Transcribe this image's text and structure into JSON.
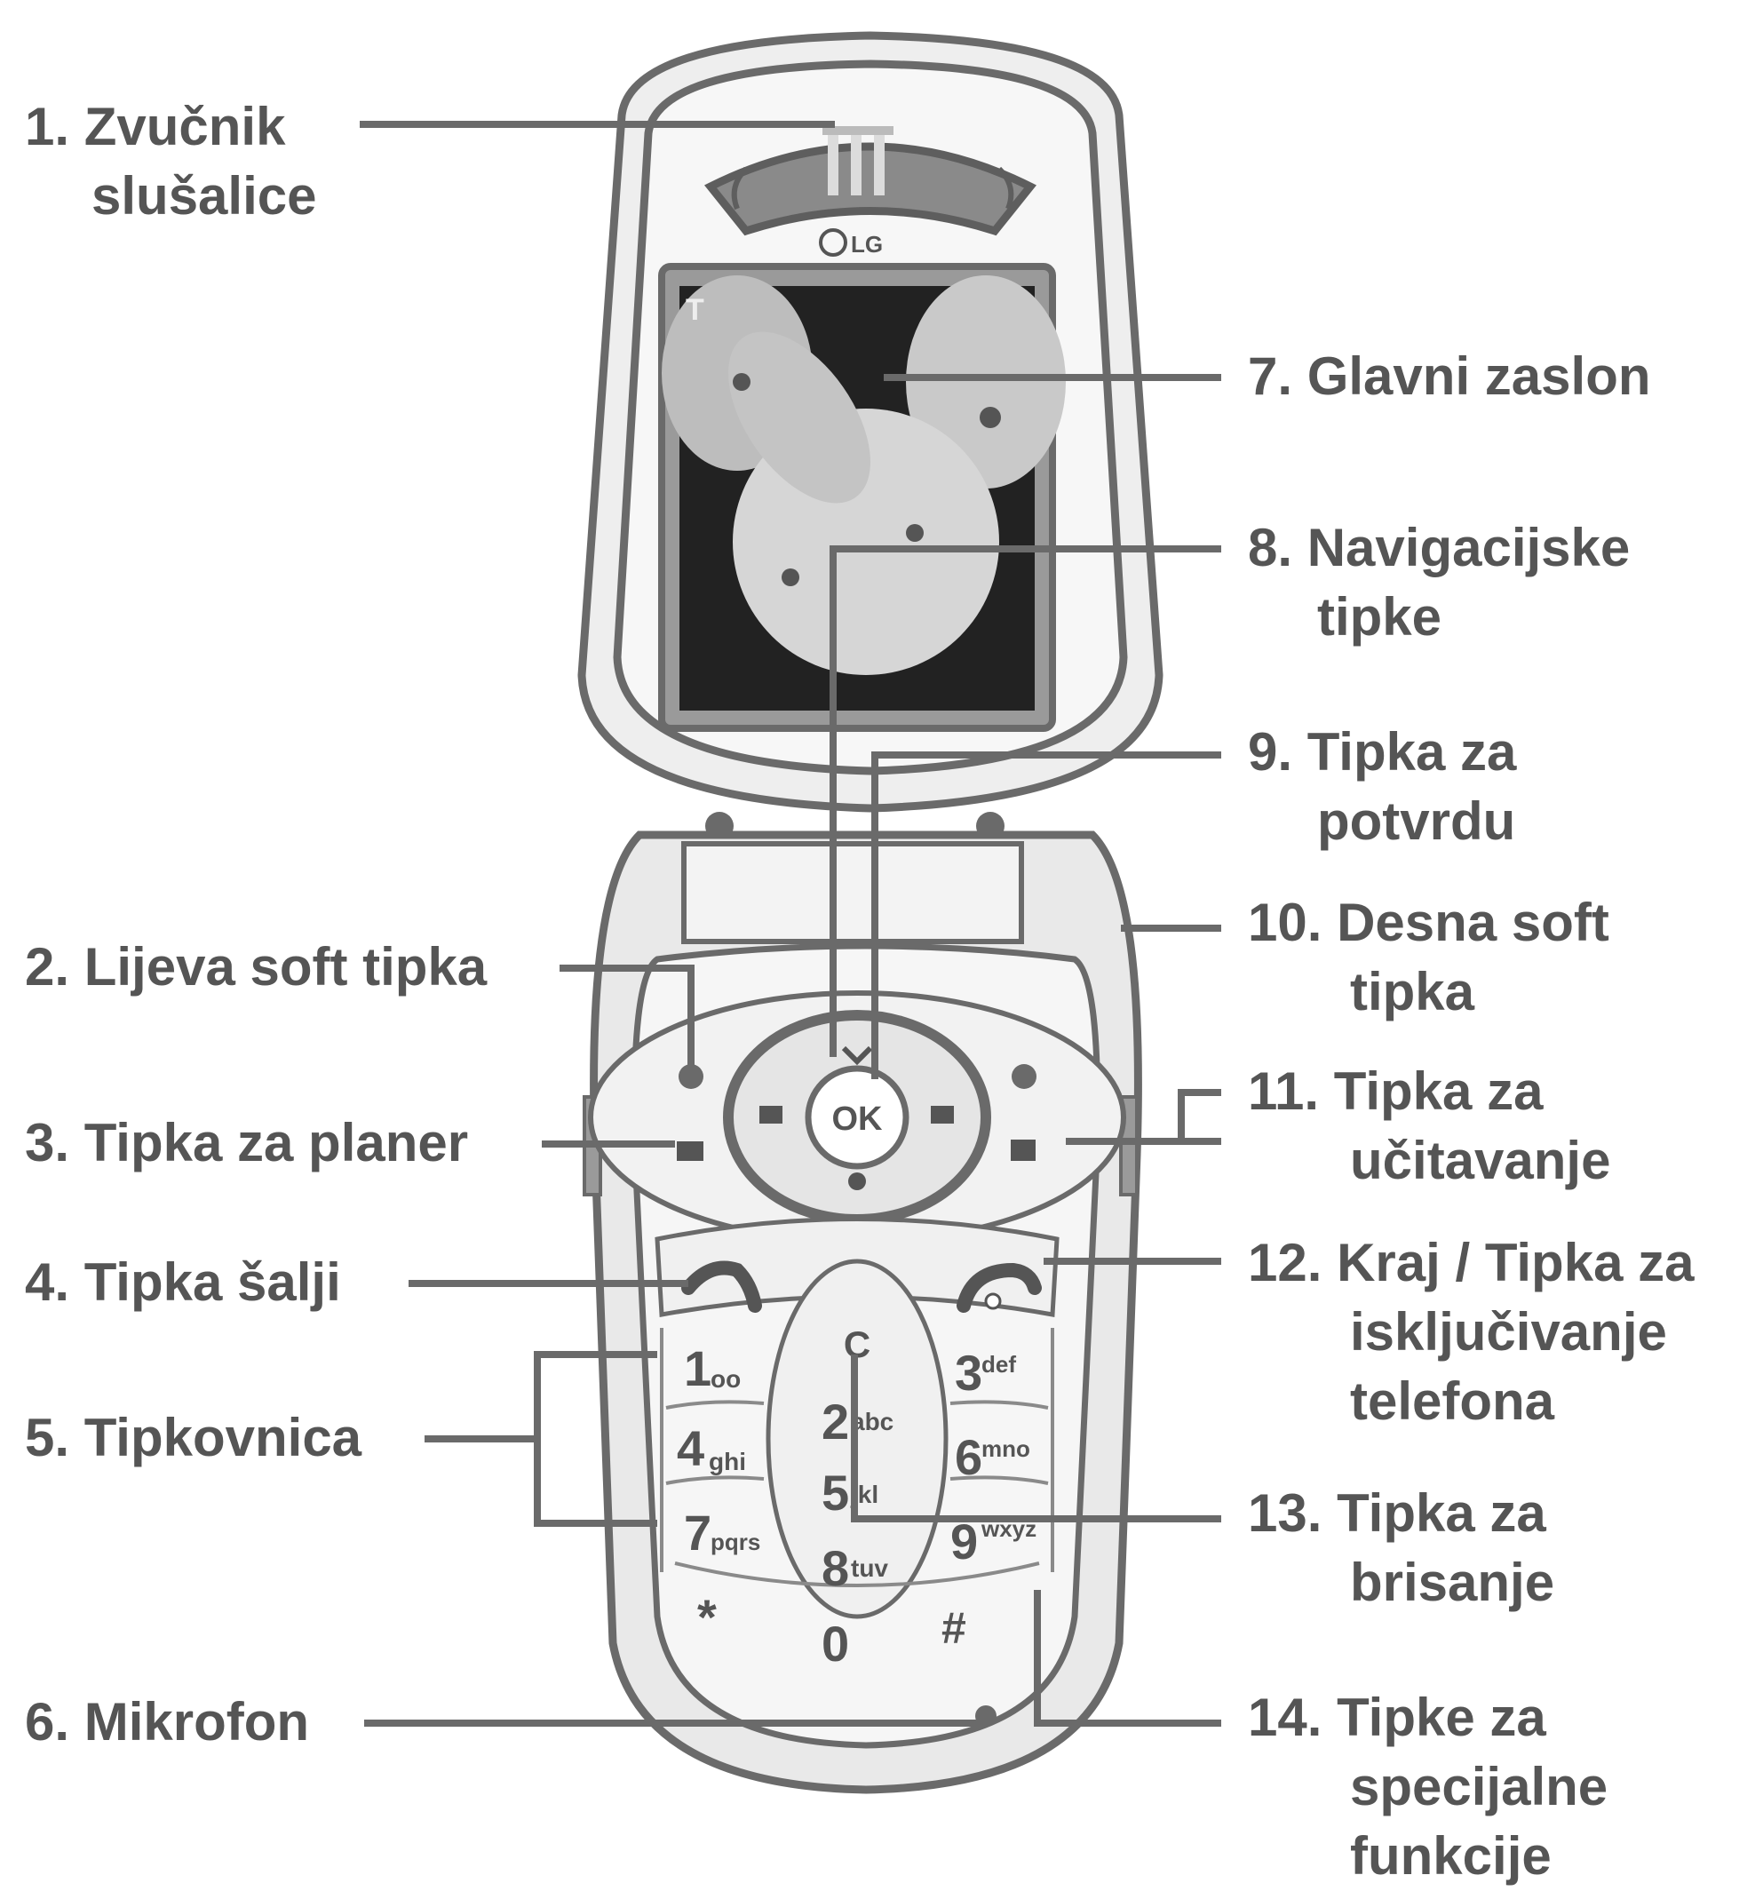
{
  "brand": "LG",
  "screen_indicator": "T",
  "keys": {
    "ok": "OK",
    "clear": "C",
    "k1": {
      "digit": "1",
      "letters": "oo"
    },
    "k2": {
      "digit": "2",
      "letters": "abc"
    },
    "k3": {
      "digit": "3",
      "letters": "def"
    },
    "k4": {
      "digit": "4",
      "letters": "ghi"
    },
    "k5": {
      "digit": "5",
      "letters": "jkl"
    },
    "k6": {
      "digit": "6",
      "letters": "mno"
    },
    "k7": {
      "digit": "7",
      "letters": "pqrs"
    },
    "k8": {
      "digit": "8",
      "letters": "tuv"
    },
    "k9": {
      "digit": "9",
      "letters": "wxyz"
    },
    "k0": {
      "digit": "0",
      "letters": ""
    },
    "star": "*",
    "hash": "#"
  },
  "labels": [
    {
      "num": "1.",
      "text": "Zvučnik",
      "text2": "slušalice"
    },
    {
      "num": "2.",
      "text": "Lijeva soft tipka"
    },
    {
      "num": "3.",
      "text": "Tipka za planer"
    },
    {
      "num": "4.",
      "text": "Tipka šalji"
    },
    {
      "num": "5.",
      "text": "Tipkovnica"
    },
    {
      "num": "6.",
      "text": "Mikrofon"
    },
    {
      "num": "7.",
      "text": "Glavni zaslon"
    },
    {
      "num": "8.",
      "text": "Navigacijske",
      "text2": "tipke"
    },
    {
      "num": "9.",
      "text": "Tipka za",
      "text2": "potvrdu"
    },
    {
      "num": "10.",
      "text": "Desna soft",
      "text2": "tipka"
    },
    {
      "num": "11.",
      "text": "Tipka za",
      "text2": "učitavanje"
    },
    {
      "num": "12.",
      "text": "Kraj / Tipka za",
      "text2": "isključivanje",
      "text3": "telefona"
    },
    {
      "num": "13.",
      "text": "Tipka za",
      "text2": "brisanje"
    },
    {
      "num": "14.",
      "text": "Tipke za",
      "text2": "specijalne",
      "text3": "funkcije"
    }
  ],
  "colors": {
    "outline": "#6a6a6a",
    "body_fill": "#f2f2f2",
    "screen_bg": "#222222",
    "text": "#555555"
  }
}
